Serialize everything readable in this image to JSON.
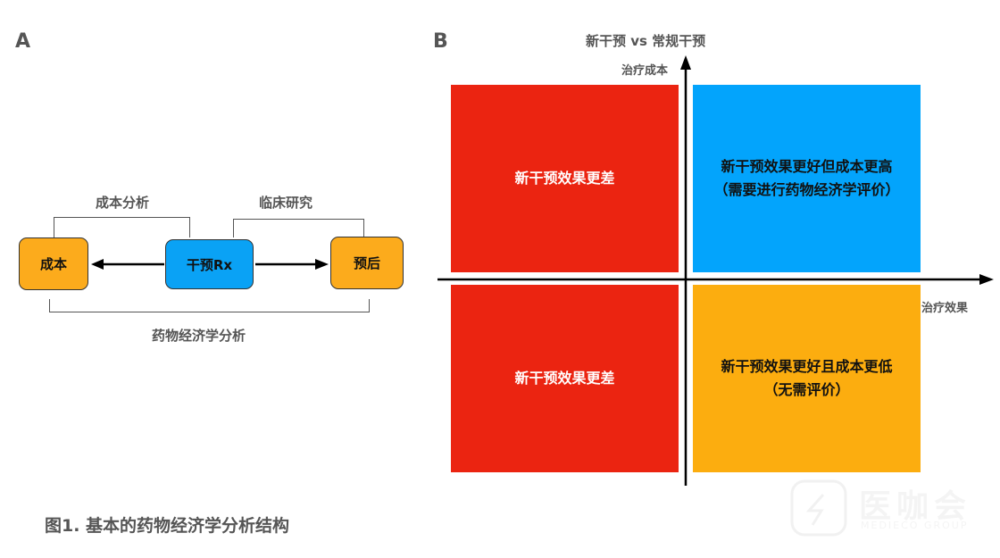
{
  "panel_a": {
    "label": "A",
    "nodes": {
      "cost": "成本",
      "intervention": "干预Rx",
      "outcome": "预后"
    },
    "brackets": {
      "cost_analysis": "成本分析",
      "clinical_research": "临床研究",
      "pharmacoeconomic_analysis": "药物经济学分析"
    },
    "colors": {
      "orange": "#FCAB1C",
      "blue": "#0AA2F5"
    }
  },
  "panel_b": {
    "label": "B",
    "title": "新干预 vs 常规干预",
    "y_axis_label": "治疗成本",
    "x_axis_label": "治疗效果",
    "quadrants": {
      "top_left": {
        "text": "新干预效果更差",
        "color": "#EB2411"
      },
      "top_right": {
        "line1": "新干预效果更好但成本更高",
        "line2": "（需要进行药物经济学评价）",
        "color": "#03A4FC"
      },
      "bottom_left": {
        "text": "新干预效果更差",
        "color": "#EB2411"
      },
      "bottom_right": {
        "line1": "新干预效果更好且成本更低",
        "line2": "（无需评价）",
        "color": "#FCAD0F"
      }
    }
  },
  "caption": "图1. 基本的药物经济学分析结构",
  "watermark": {
    "name": "医咖会",
    "subtitle": "MEDIECO GROUP"
  }
}
